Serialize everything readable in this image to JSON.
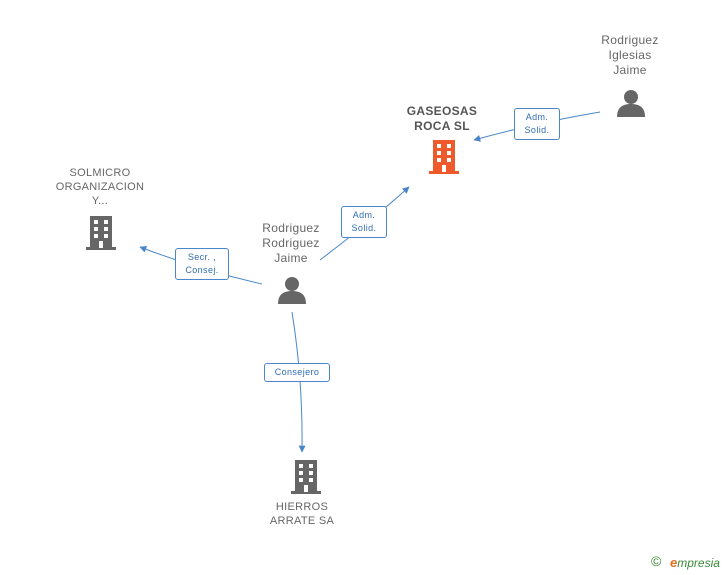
{
  "nodes": {
    "gaseosas": {
      "label_lines": [
        "GASEOSAS",
        "ROCA SL"
      ],
      "type": "company",
      "color": "#ef5a2c"
    },
    "iglesias": {
      "label_lines": [
        "Rodriguez",
        "Iglesias",
        "Jaime"
      ],
      "type": "person",
      "color": "#666666"
    },
    "rodriguez": {
      "label_lines": [
        "Rodriguez",
        "Rodriguez",
        "Jaime"
      ],
      "type": "person",
      "color": "#666666"
    },
    "solmicro": {
      "label_lines": [
        "SOLMICRO",
        "ORGANIZACION",
        "Y..."
      ],
      "type": "company",
      "color": "#666666"
    },
    "hierros": {
      "label_lines": [
        "HIERROS",
        "ARRATE SA"
      ],
      "type": "company",
      "color": "#666666"
    }
  },
  "edges": [
    {
      "id": "iglesias-gaseosas",
      "label_lines": [
        "Adm.",
        "Solid."
      ]
    },
    {
      "id": "rodriguez-gaseosas",
      "label_lines": [
        "Adm.",
        "Solid."
      ]
    },
    {
      "id": "rodriguez-solmicro",
      "label_lines": [
        "Secr. ,",
        "Consej."
      ]
    },
    {
      "id": "rodriguez-hierros",
      "label_lines": [
        "Consejero"
      ]
    }
  ],
  "footer": {
    "copyright": "©",
    "brand_initial": "e",
    "brand_rest": "mpresia"
  },
  "colors": {
    "edge": "#4a86c8",
    "highlight": "#ef5a2c",
    "icon": "#666666"
  }
}
